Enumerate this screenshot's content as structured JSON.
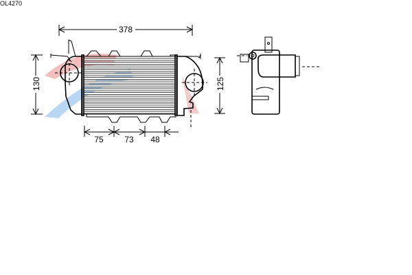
{
  "part_code": "OL4270",
  "dimensions": {
    "width": "378",
    "height_left": "130",
    "height_right": "125",
    "bottom_1": "75",
    "bottom_2": "73",
    "bottom_3": "48"
  },
  "colors": {
    "logo_red": "#e88a8a",
    "logo_blue": "#7fb4e8"
  }
}
